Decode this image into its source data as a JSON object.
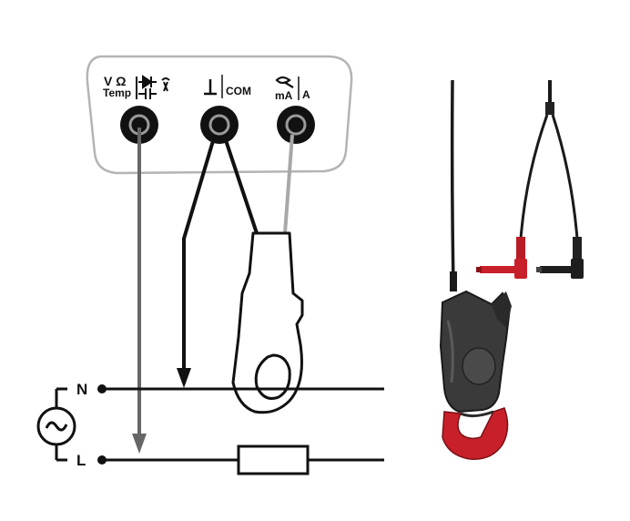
{
  "meter": {
    "terminal_left": {
      "line1": "V Ω",
      "line2": "Temp",
      "symbols": "diode / capacitor / temperature-probe"
    },
    "terminal_center": {
      "label": "COM",
      "symbol": "ground"
    },
    "terminal_right": {
      "line1": "mA",
      "line2": "A",
      "symbol": "current-clamp"
    }
  },
  "circuit": {
    "neutral_label": "N",
    "line_label": "L",
    "source": "ac-source",
    "load": "resistor"
  },
  "colors": {
    "black_lead": "#111111",
    "gray_lead": "#666666",
    "light_lead": "#a8a8a8",
    "housing": "#b4b4b4",
    "clamp_red": "#c8202a",
    "clamp_body": "#3a3a3a"
  }
}
